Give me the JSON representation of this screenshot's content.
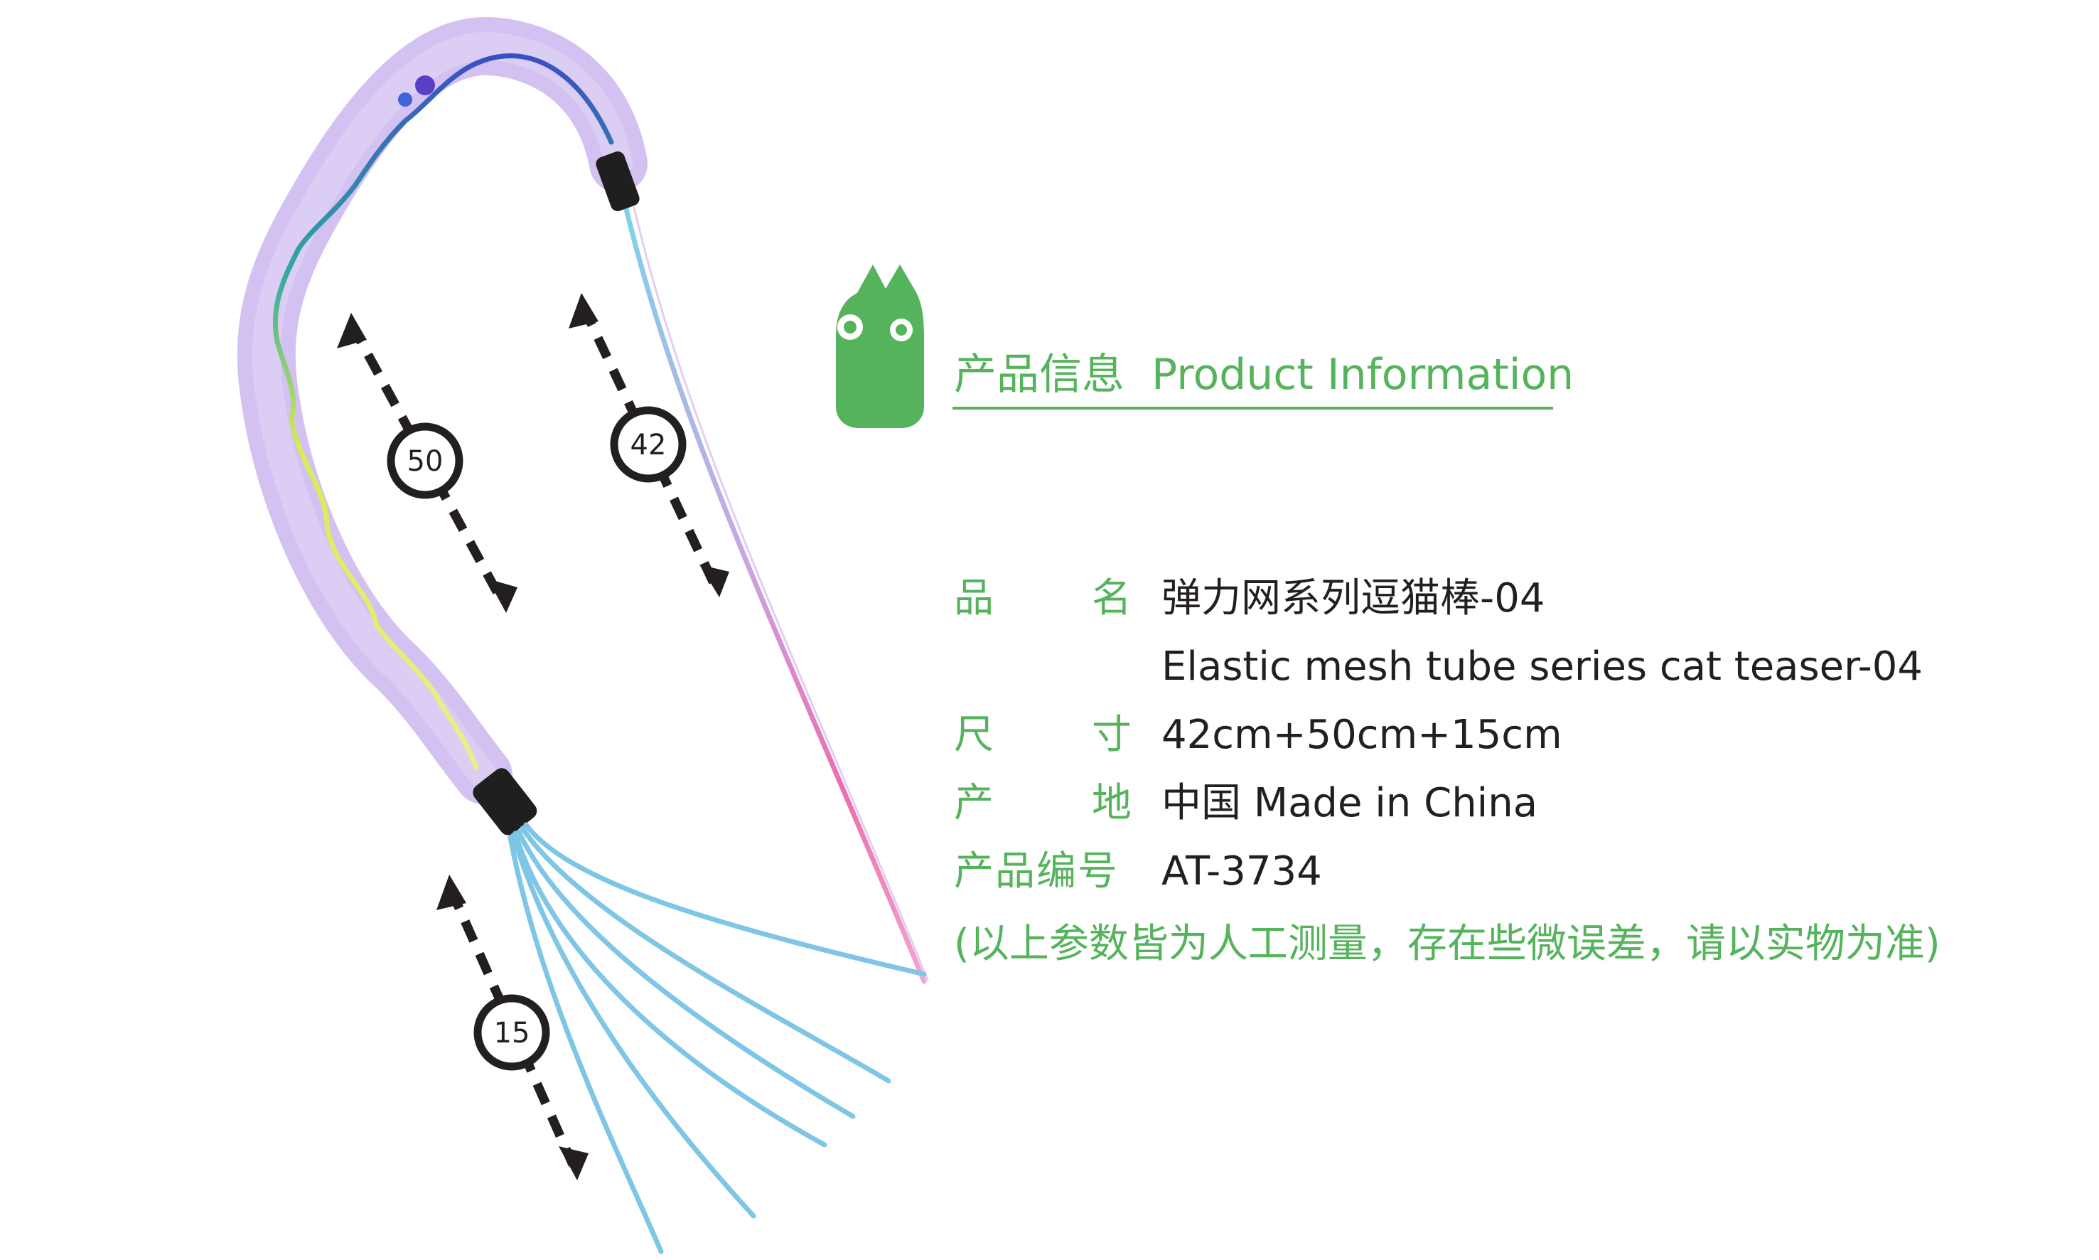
{
  "section": {
    "title_zh": "产品信息",
    "title_en": "Product Information"
  },
  "product": {
    "name_label": [
      "品",
      "名"
    ],
    "name_zh": "弹力网系列逗猫棒-04",
    "name_en": "Elastic mesh tube series cat teaser-04",
    "size_label": [
      "尺",
      "寸"
    ],
    "size": "42cm+50cm+15cm",
    "origin_label": [
      "产",
      "地"
    ],
    "origin": "中国 Made in China",
    "code_label": "产品编号",
    "code": "AT-3734"
  },
  "note": "(以上参数皆为人工测量，存在些微误差，请以实物为准)",
  "dimensions": {
    "mesh_tube": "50",
    "wand": "42",
    "tassels": "15"
  },
  "colors": {
    "brand_green": "#55b35c",
    "text_dark": "#231f20",
    "mesh_purple": "#c8b2ee",
    "wire_blue": "#85c8e8",
    "wire_pink": "#ec5aa5"
  }
}
